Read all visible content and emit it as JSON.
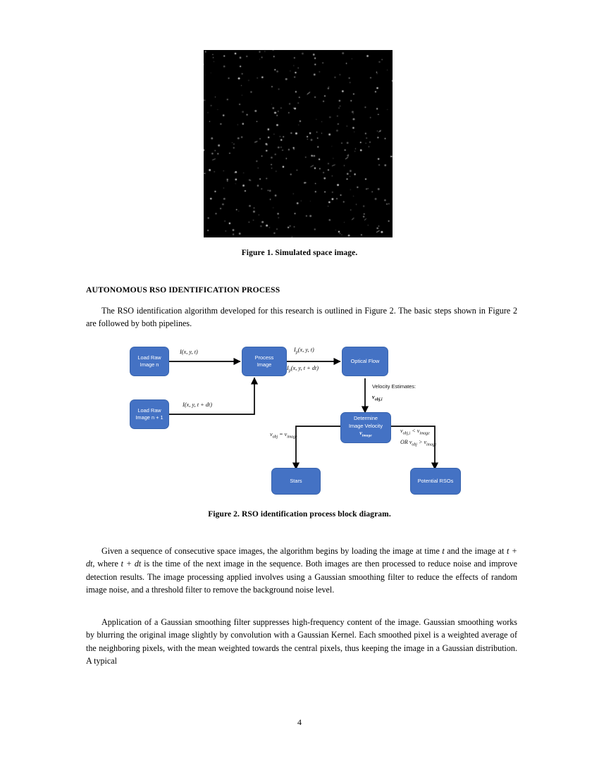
{
  "page": {
    "number": "4"
  },
  "figure1": {
    "caption": "Figure 1.  Simulated space image.",
    "alt_name": "simulated-space-image",
    "background_color": "#000000",
    "star_color": "#e8e8e8"
  },
  "section": {
    "heading": "AUTONOMOUS RSO IDENTIFICATION PROCESS"
  },
  "paragraphs": {
    "p1_part1": "The RSO identification algorithm developed for this research is outlined in Figure 2.  The basic steps shown in Figure 2 are followed by both pipelines.",
    "p2_a": "Given a sequence of consecutive space images, the algorithm begins by loading the image at time ",
    "p2_t": "t",
    "p2_b": " and the image at ",
    "p2_tdt1": "t + dt",
    "p2_c": ", where ",
    "p2_tdt2": "t + dt",
    "p2_d": " is the time of the next image in the sequence.  Both images are then processed to reduce noise and improve detection results.  The image processing applied involves using a Gaussian smoothing filter to reduce the effects of random image noise, and a threshold filter to remove the background noise level.",
    "p3": "Application of a Gaussian smoothing filter suppresses high-frequency content of the image.  Gaussian smoothing works by blurring the original image slightly by convolution with a Gaussian Kernel.  Each smoothed pixel is a weighted average of the neighboring pixels, with the mean weighted towards the central pixels, thus keeping the image in a Gaussian distribution.  A typical"
  },
  "figure2": {
    "caption": "Figure 2.  RSO identification process block diagram.",
    "node_fill": "#4472C4",
    "node_text_color": "#ffffff",
    "nodes": {
      "load_raw_n": {
        "line1": "Load Raw",
        "line2": "Image n"
      },
      "load_raw_n1": {
        "line1": "Load Raw",
        "line2": "Image n + 1"
      },
      "process_image": {
        "line1": "Process",
        "line2": "Image"
      },
      "optical_flow": {
        "line1": "Optical Flow"
      },
      "determine_velocity": {
        "line1": "Determine",
        "line2": "Image Velocity",
        "line3": "v",
        "line3_sub": "image"
      },
      "stars": {
        "line1": "Stars"
      },
      "potential_rsos": {
        "line1": "Potential RSOs"
      }
    },
    "edges": {
      "raw_n_to_process": "I(x, y, t)",
      "raw_n1_to_process": "I(x, y, t + dt)",
      "process_to_of_top": "I",
      "process_to_of_top_sub": "p",
      "process_to_of_top_rest": "(x, y, t)",
      "process_to_of_bottom": "I",
      "process_to_of_bottom_sub": "p",
      "process_to_of_bottom_rest": "(x, y, t + dt)",
      "velocity_estimates_label": "Velocity Estimates:",
      "velocity_estimates_symbol": "v",
      "velocity_estimates_symbol_sub": "obj,i",
      "stars_condition_lhs": "v",
      "stars_condition_lhs_sub": "obj",
      "stars_condition_op": " = ",
      "stars_condition_rhs": "v",
      "stars_condition_rhs_sub": "image",
      "rso_condition_line1_a": "v",
      "rso_condition_line1_a_sub": "obj,i",
      "rso_condition_line1_op": " < ",
      "rso_condition_line1_b": "v",
      "rso_condition_line1_b_sub": "image",
      "rso_condition_line2_or": "OR ",
      "rso_condition_line2_a": "v",
      "rso_condition_line2_a_sub": "obj",
      "rso_condition_line2_op": " > ",
      "rso_condition_line2_b": "v",
      "rso_condition_line2_b_sub": "image"
    }
  }
}
